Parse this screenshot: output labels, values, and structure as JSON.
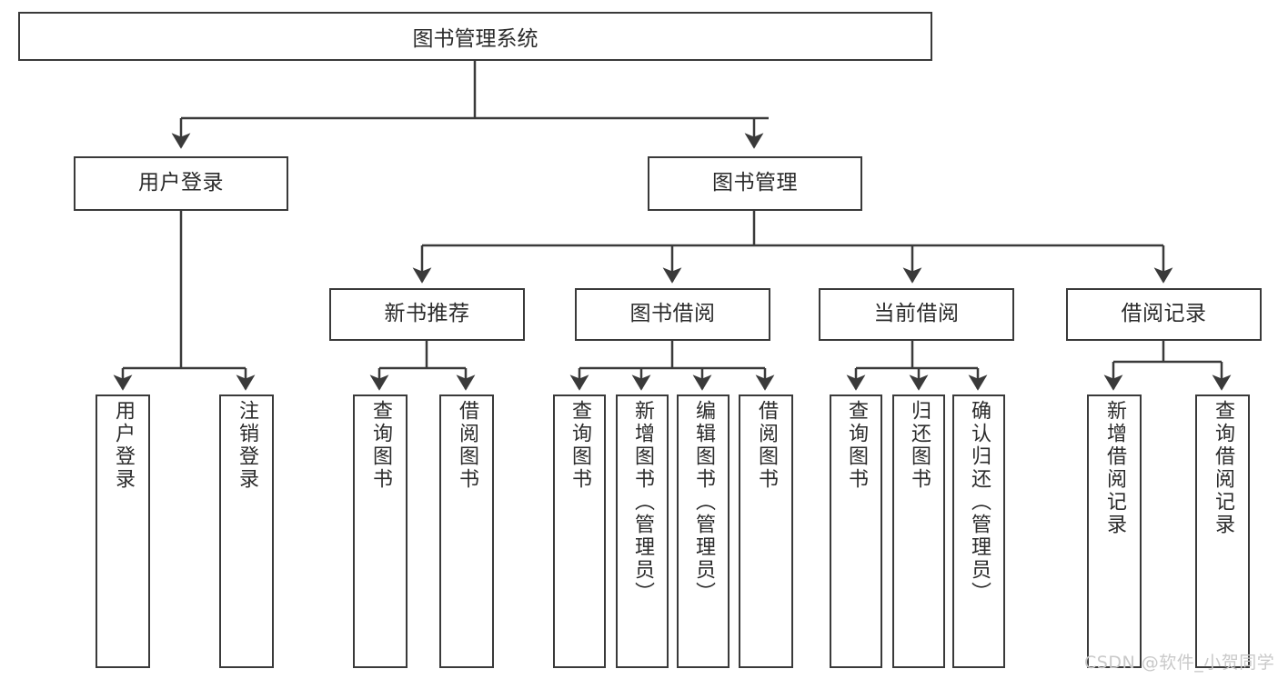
{
  "diagram": {
    "type": "tree-hierarchy-chart",
    "title": "图书管理系统",
    "root": {
      "label": "图书管理系统"
    },
    "level2": [
      {
        "label": "用户登录"
      },
      {
        "label": "图书管理"
      }
    ],
    "level3": [
      {
        "label": "新书推荐"
      },
      {
        "label": "图书借阅"
      },
      {
        "label": "当前借阅"
      },
      {
        "label": "借阅记录"
      }
    ],
    "leaves": [
      {
        "label": "用户登录"
      },
      {
        "label": "注销登录"
      },
      {
        "label": "查询图书"
      },
      {
        "label": "借阅图书"
      },
      {
        "label": "查询图书"
      },
      {
        "label": "新增图书（管理员）"
      },
      {
        "label": "编辑图书（管理员）"
      },
      {
        "label": "借阅图书"
      },
      {
        "label": "查询图书"
      },
      {
        "label": "归还图书"
      },
      {
        "label": "确认归还（管理员）"
      },
      {
        "label": "新增借阅记录"
      },
      {
        "label": "查询借阅记录"
      }
    ],
    "watermark": "CSDN @软件_小贺同学",
    "colors": {
      "stroke": "#3a3a3a",
      "fill": "#ffffff",
      "text": "#2b2b2b",
      "watermark": "#c9c9c9"
    }
  }
}
